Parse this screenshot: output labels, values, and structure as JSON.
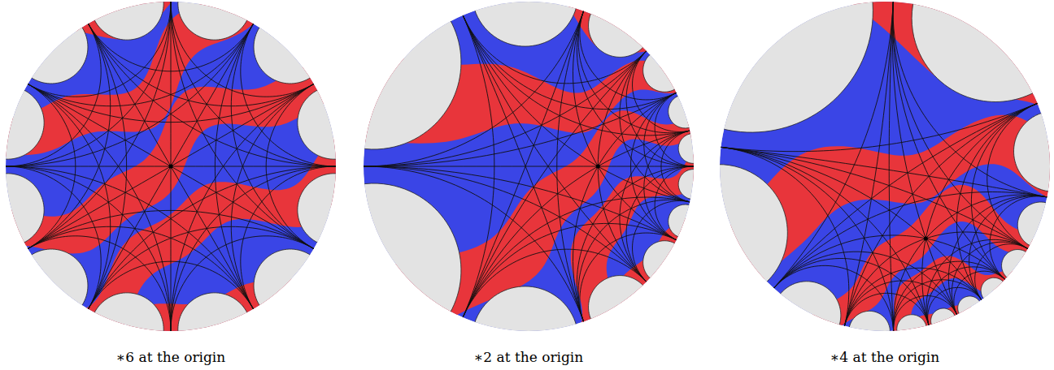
{
  "diagram": {
    "labels": [
      "∗6 at the origin",
      "∗2 at the origin",
      "∗4 at the origin"
    ]
  }
}
